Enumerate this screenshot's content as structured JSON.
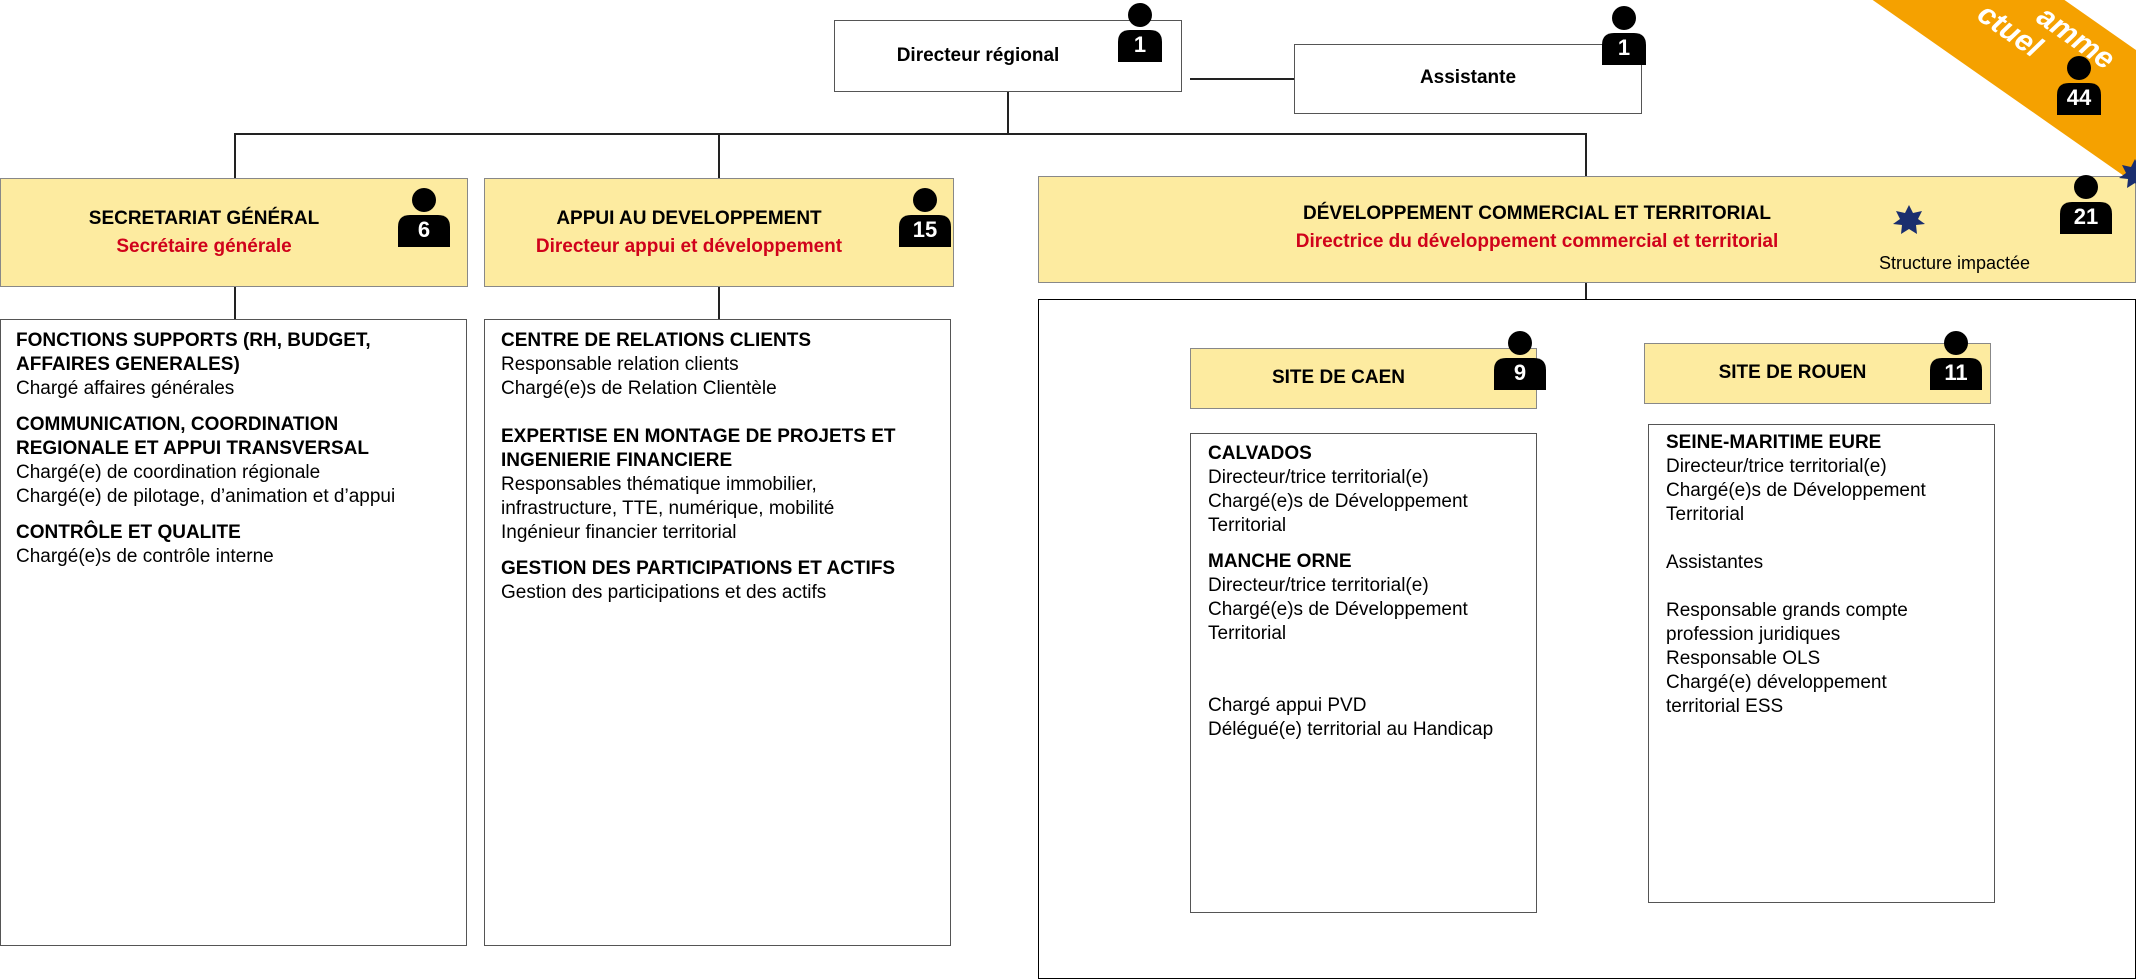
{
  "top": {
    "director": {
      "label": "Directeur régional",
      "count": "1"
    },
    "assistant": {
      "label": "Assistante",
      "count": "1"
    }
  },
  "banner": {
    "line1": "amme",
    "line2": "ctuel",
    "count": "44",
    "color": "#f5a100"
  },
  "sg": {
    "title": "SECRETARIAT GÉNÉRAL",
    "subtitle": "Secrétaire générale",
    "count": "6",
    "body": [
      {
        "h": "FONCTIONS SUPPORTS (RH, BUDGET,",
        "h2": "AFFAIRES GENERALES)",
        "lines": [
          "Chargé affaires générales"
        ]
      },
      {
        "h": "COMMUNICATION, COORDINATION",
        "h2": "REGIONALE ET APPUI TRANSVERSAL",
        "lines": [
          "Chargé(e) de coordination régionale",
          "Chargé(e) de pilotage, d’animation et d’appui"
        ]
      },
      {
        "h": "CONTRÔLE ET QUALITE",
        "lines": [
          "Chargé(e)s de contrôle interne"
        ]
      }
    ]
  },
  "ad": {
    "title": "APPUI AU DEVELOPPEMENT",
    "subtitle": "Directeur appui et développement",
    "count": "15",
    "body": [
      {
        "h": "CENTRE DE RELATIONS CLIENTS",
        "lines": [
          "Responsable relation clients",
          "Chargé(e)s de Relation Clientèle"
        ]
      },
      {
        "h": "EXPERTISE EN MONTAGE DE PROJETS ET",
        "h2": "INGENIERIE FINANCIERE",
        "lines": [
          "Responsables thématique immobilier,",
          "infrastructure, TTE, numérique, mobilité",
          "Ingénieur financier territorial"
        ]
      },
      {
        "h": "GESTION DES PARTICIPATIONS ET ACTIFS",
        "lines": [
          "Gestion des participations et des actifs"
        ]
      }
    ]
  },
  "dct": {
    "title": "DÉVELOPPEMENT COMMERCIAL ET TERRITORIAL",
    "subtitle": "Directrice du développement commercial et territorial",
    "count": "21",
    "impact_label": "Structure impactée",
    "star_color": "#1a2e6e"
  },
  "caen": {
    "title": "SITE DE CAEN",
    "count": "9",
    "s1_h": "CALVADOS",
    "s1_l1": "Directeur/trice territorial(e)",
    "s1_l2": "Chargé(e)s de Développement",
    "s1_l3": "Territorial",
    "s2_h": "MANCHE ORNE",
    "s2_l1": "Directeur/trice territorial(e)",
    "s2_l2": "Chargé(e)s de Développement",
    "s2_l3": "Territorial",
    "s3_l1": "Chargé appui PVD",
    "s3_l2": "Délégué(e) territorial au Handicap"
  },
  "rouen": {
    "title": "SITE DE ROUEN",
    "count": "11",
    "s1_h": "SEINE-MARITIME EURE",
    "s1_l1": "Directeur/trice territorial(e)",
    "s1_l2": "Chargé(e)s de Développement",
    "s1_l3": "Territorial",
    "s2_l1": "Assistantes",
    "s3_l1": "Responsable grands compte",
    "s3_l2": "profession juridiques",
    "s3_l3": "Responsable OLS",
    "s3_l4": "Chargé(e) développement",
    "s3_l5": "territorial ESS"
  },
  "colors": {
    "header_fill": "#fdeba0",
    "accent_red": "#d0021b",
    "orange": "#f5a100"
  }
}
